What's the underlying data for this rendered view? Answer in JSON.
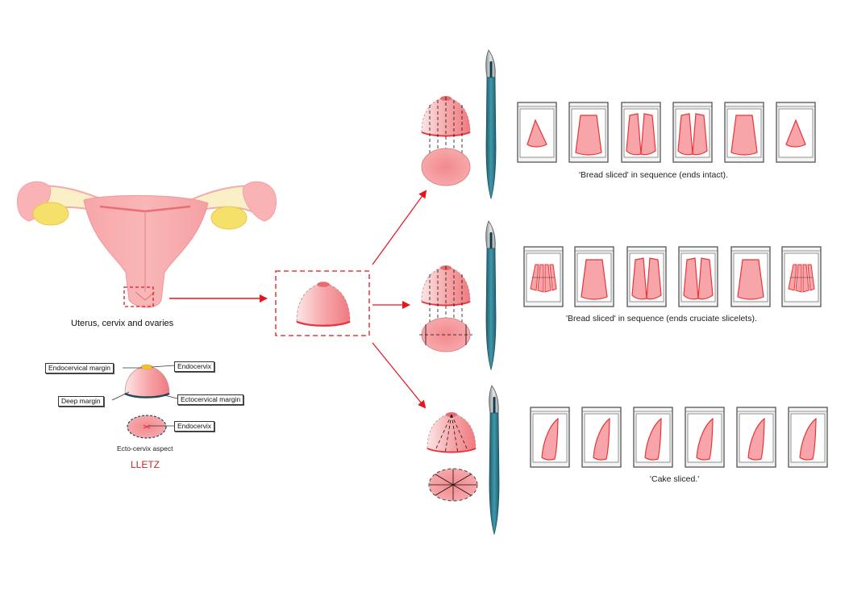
{
  "labels": {
    "uterus": "Uterus, cervix and ovaries",
    "endocervical_margin": "Endocervical margin",
    "endocervix_top": "Endocervix",
    "deep_margin": "Deep margin",
    "ectocervical_margin": "Ectocervical margin",
    "endocervix_bottom": "Endocervix",
    "ecto_aspect": "Ecto-cervix aspect",
    "lletz": "LLETZ"
  },
  "captions": {
    "row1": "'Bread sliced' in sequence (ends intact).",
    "row2": "'Bread sliced' in sequence (ends cruciate slicelets).",
    "row3": "'Cake sliced.'"
  },
  "colors": {
    "tissue": "#f7a5a8",
    "tissue_light": "#fde3e3",
    "margin_red": "#e8343a",
    "arrow_red": "#e8141c",
    "ovary_yellow": "#f5e06a",
    "tube_cream": "#f9f0c8",
    "blade_teal": "#2f7a8a"
  },
  "icons": {
    "knife": "scalpel-icon",
    "cassette": "cassette-icon"
  }
}
